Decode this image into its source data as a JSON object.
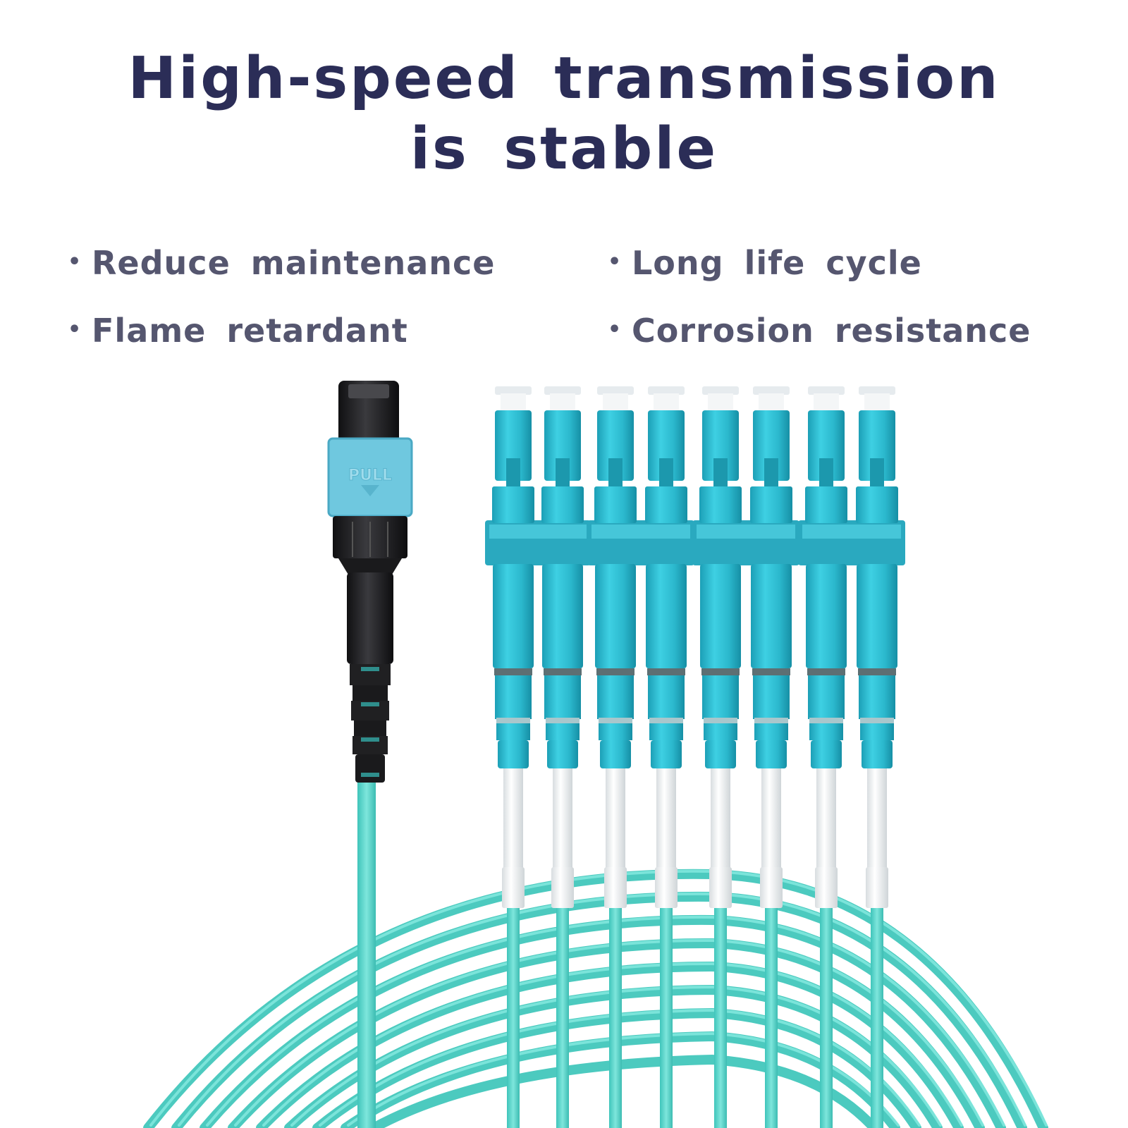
{
  "headline": {
    "line1": "High-speed transmission",
    "line2": "is stable"
  },
  "features": [
    "Reduce maintenance",
    "Long life cycle",
    "Flame retardant",
    "Corrosion resistance"
  ],
  "bullet": "•",
  "product": {
    "pull_label": "PULL",
    "lc_connector_count": 8,
    "colors": {
      "aqua": "#32bfd3",
      "aqua_dark": "#1fa3b8",
      "cable": "#5ed6cc",
      "boot_black": "#1e1e20",
      "headline": "#2b2d57",
      "feature_text": "#55566f"
    }
  }
}
